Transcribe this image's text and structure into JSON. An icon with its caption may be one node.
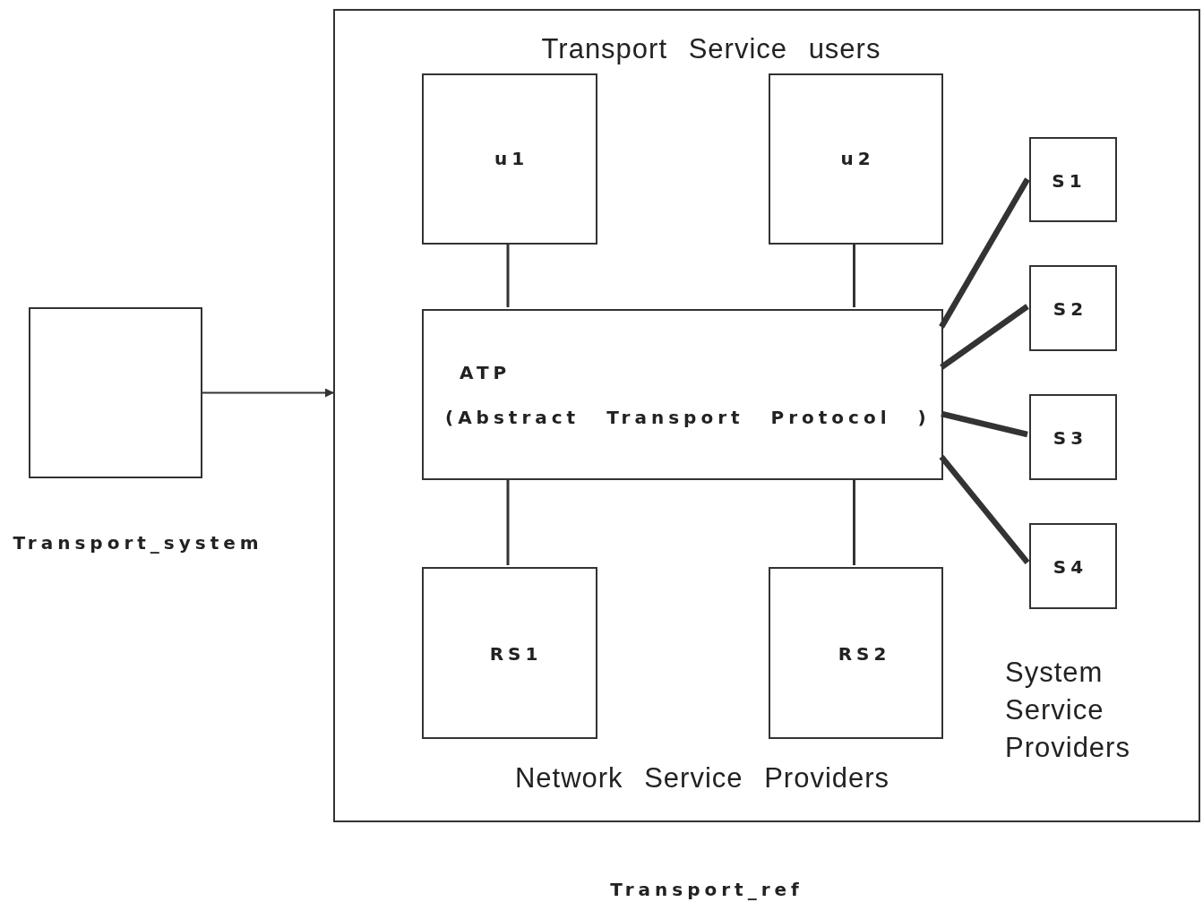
{
  "diagram": {
    "nodes": [
      {
        "text": [
          "Transport_system"
        ]
      },
      {
        "text": [
          "Transport Service users",
          "Network Service Providers",
          "System Service Providers",
          "Transport_ref"
        ]
      },
      {
        "text": [
          "u1"
        ],
        "in": 1
      },
      {
        "text": [
          "u2"
        ],
        "in": 1
      },
      {
        "text": [
          "S1"
        ],
        "in": 1
      },
      {
        "text": [
          "S2"
        ],
        "in": 1
      },
      {
        "text": [
          "ATP",
          "(Abstract Transport Protocol )"
        ],
        "in": 1
      },
      {
        "text": [
          "S3"
        ],
        "in": 1
      },
      {
        "text": [
          "S4"
        ],
        "in": 1
      },
      {
        "text": [
          "RS1"
        ],
        "in": 1
      },
      {
        "text": [
          "RS2"
        ],
        "in": 1
      }
    ],
    "edges": [
      {
        "from": 0,
        "to": 1,
        "arrow": "to"
      },
      {
        "from": 2,
        "to": 6,
        "arrow": "none"
      },
      {
        "from": 3,
        "to": 6,
        "arrow": "none"
      },
      {
        "from": 6,
        "to": 4,
        "arrow": "none",
        "style": "thick"
      },
      {
        "from": 6,
        "to": 5,
        "arrow": "none",
        "style": "thick"
      },
      {
        "from": 6,
        "to": 7,
        "arrow": "none",
        "style": "thick"
      },
      {
        "from": 6,
        "to": 8,
        "arrow": "none",
        "style": "thick"
      },
      {
        "from": 6,
        "to": 9,
        "arrow": "none"
      },
      {
        "from": 6,
        "to": 10,
        "arrow": "none"
      }
    ]
  }
}
